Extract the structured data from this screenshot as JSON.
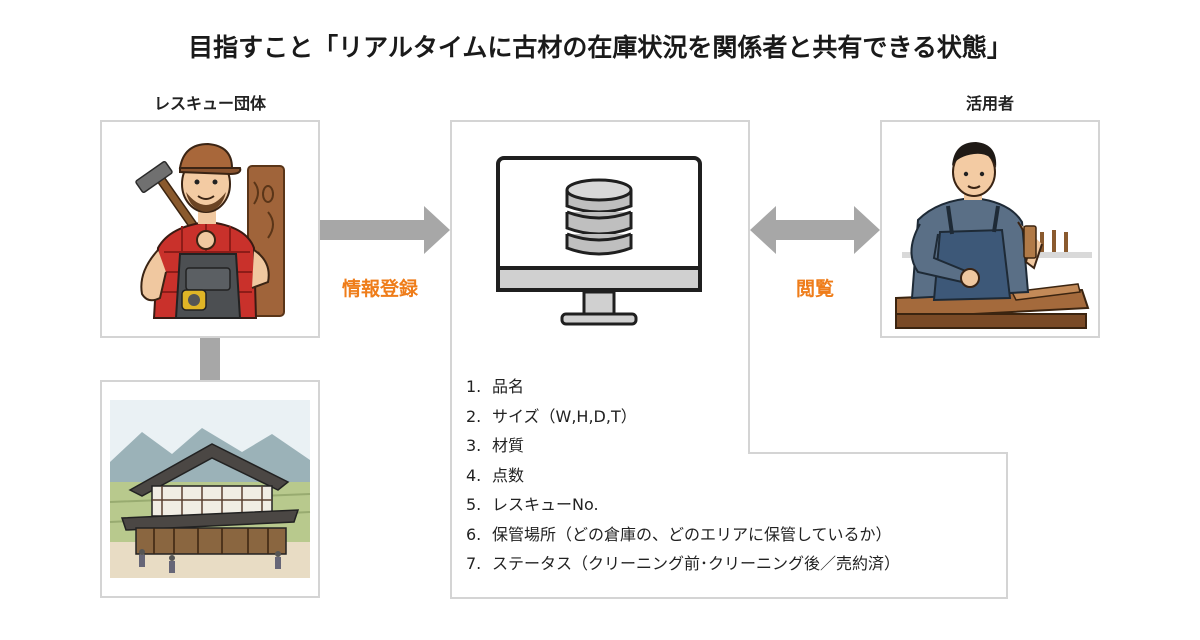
{
  "title": "目指すこと「リアルタイムに古材の在庫状況を関係者と共有できる状態」",
  "left_column": {
    "label": "レスキュー団体"
  },
  "right_column": {
    "label": "活用者"
  },
  "edges": {
    "register": "情報登録",
    "browse": "閲覧"
  },
  "fields": [
    {
      "num": "1.",
      "text": "品名"
    },
    {
      "num": "2.",
      "text": "サイズ（W,H,D,T）"
    },
    {
      "num": "3.",
      "text": "材質"
    },
    {
      "num": "4.",
      "text": "点数"
    },
    {
      "num": "5.",
      "text": "レスキューNo."
    },
    {
      "num": "6.",
      "text": "保管場所（どの倉庫の、どのエリアに保管しているか）"
    },
    {
      "num": "7.",
      "text": "ステータス（クリーニング前･クリーニング後／売約済）"
    }
  ],
  "colors": {
    "accent": "#ef7d1a",
    "border": "#d4d4d4",
    "arrow": "#a7a7a7"
  },
  "icons": [
    "worker-illustration",
    "old-house-illustration",
    "database-monitor-icon",
    "craftsman-illustration"
  ]
}
